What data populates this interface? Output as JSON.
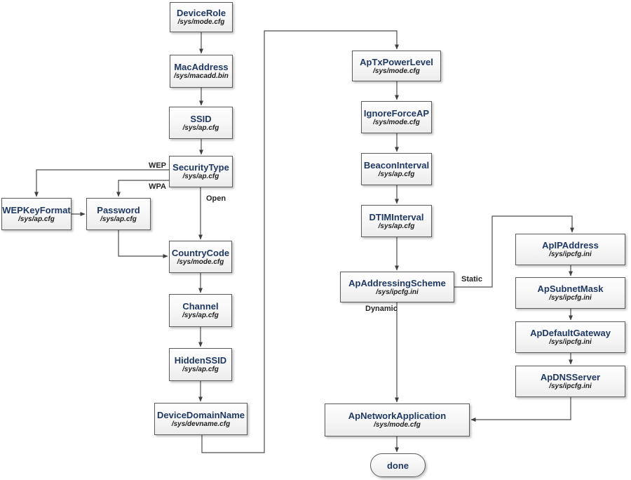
{
  "diagram": {
    "colors": {
      "node_title": "#1F3864",
      "node_border": "#5A5A5A",
      "node_fill": "#F4F4F4",
      "connector": "#4D4D4D",
      "label_text": "#262626"
    },
    "nodes": {
      "deviceRole": {
        "title": "DeviceRole",
        "path": "/sys/mode.cfg"
      },
      "macAddress": {
        "title": "MacAddress",
        "path": "/sys/macadd.bin"
      },
      "ssid": {
        "title": "SSID",
        "path": "/sys/ap.cfg"
      },
      "securityType": {
        "title": "SecurityType",
        "path": "/sys/ap.cfg"
      },
      "wepKeyFormat": {
        "title": "WEPKeyFormat",
        "path": "/sys/ap.cfg"
      },
      "password": {
        "title": "Password",
        "path": "/sys/ap.cfg"
      },
      "countryCode": {
        "title": "CountryCode",
        "path": "/sys/mode.cfg"
      },
      "channel": {
        "title": "Channel",
        "path": "/sys/ap.cfg"
      },
      "hiddenSsid": {
        "title": "HiddenSSID",
        "path": "/sys/ap.cfg"
      },
      "deviceDomainName": {
        "title": "DeviceDomainName",
        "path": "/sys/devname.cfg"
      },
      "apTxPowerLevel": {
        "title": "ApTxPowerLevel",
        "path": "/sys/mode.cfg"
      },
      "ignoreForceAp": {
        "title": "IgnoreForceAP",
        "path": "/sys/mode.cfg"
      },
      "beaconInterval": {
        "title": "BeaconInterval",
        "path": "/sys/ap.cfg"
      },
      "dtimInterval": {
        "title": "DTIMInterval",
        "path": "/sys/ap.cfg"
      },
      "apAddressingScheme": {
        "title": "ApAddressingScheme",
        "path": "/sys/ipcfg.ini"
      },
      "apIpAddress": {
        "title": "ApIPAddress",
        "path": "/sys/ipcfg.ini"
      },
      "apSubnetMask": {
        "title": "ApSubnetMask",
        "path": "/sys/ipcfg.ini"
      },
      "apDefaultGateway": {
        "title": "ApDefaultGateway",
        "path": "/sys/ipcfg.ini"
      },
      "apDnsServer": {
        "title": "ApDNSServer",
        "path": "/sys/ipcfg.ini"
      },
      "apNetworkApplication": {
        "title": "ApNetworkApplication",
        "path": "/sys/mode.cfg"
      }
    },
    "edge_labels": {
      "wep": "WEP",
      "wpa": "WPA",
      "open": "Open",
      "static": "Static",
      "dynamic": "Dynamic"
    },
    "terminal": {
      "label": "done"
    }
  }
}
